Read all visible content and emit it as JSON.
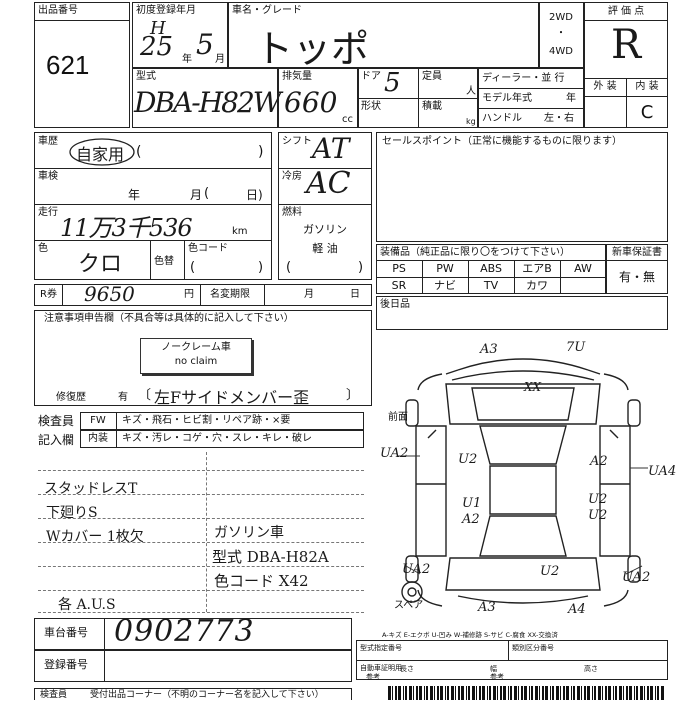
{
  "header": {
    "lot_label": "出品番号",
    "lot_number": "621",
    "first_reg_label": "初度登録年月",
    "first_reg_era": "H",
    "first_reg_value": "25",
    "first_reg_month": "5",
    "first_reg_unit_year": "年",
    "first_reg_unit_month": "月",
    "car_name_label": "車名・グレード",
    "car_name_value": "トッポ",
    "drive_2wd": "2WD",
    "drive_dot": "・",
    "drive_4wd": "4WD",
    "eval_label": "評 価 点",
    "eval_value": "R"
  },
  "spec_row": {
    "model_label": "型式",
    "model_value": "DBA-H82W",
    "displacement_label": "排気量",
    "displacement_value": "660",
    "displacement_unit": "cc",
    "door_label": "ドア",
    "door_value": "5",
    "capacity_label": "定員",
    "capacity_unit": "人",
    "shape_label": "形状",
    "load_label": "積載",
    "load_unit": "kg",
    "dealer_label": "ディーラー・並 行",
    "model_year_label": "モデル年式",
    "model_year_unit": "年",
    "handle_label": "ハンドル",
    "handle_value": "左・右",
    "exterior_label": "外 装",
    "interior_label": "内 装",
    "interior_value": "C"
  },
  "history": {
    "history_label": "車歴",
    "history_value": "自家用",
    "history_paren": "(",
    "history_paren_close": ")",
    "inspection_label": "車検",
    "inspection_year": "年",
    "inspection_month": "月",
    "inspection_day": "日)",
    "inspection_paren": "(",
    "mileage_label": "走行",
    "mileage_value": "11万3千536",
    "mileage_unit": "km",
    "color_label": "色",
    "color_value": "クロ",
    "recolor_label": "色替",
    "color_code_label": "色コード",
    "color_code_paren_open": "(",
    "color_code_paren_close": ")"
  },
  "drivetrain": {
    "shift_label": "シフト",
    "shift_value": "AT",
    "ac_label": "冷房",
    "ac_value": "AC",
    "fuel_label": "燃料",
    "fuel_gasoline": "ガソリン",
    "fuel_diesel": "軽 油",
    "fuel_paren_open": "(",
    "fuel_paren_close": ")"
  },
  "recycle": {
    "label": "R券",
    "value": "9650",
    "unit": "円",
    "name_change_label": "名変期限",
    "month": "月",
    "day": "日"
  },
  "sales_points": {
    "label": "セールスポイント（正常に機能するものに限ります）"
  },
  "equipment": {
    "label": "装備品（純正品に限り〇をつけて下さい）",
    "warranty_label": "新車保証書",
    "warranty_value": "有・無",
    "row1": [
      "PS",
      "PW",
      "ABS",
      "エアB",
      "AW"
    ],
    "row2": [
      "SR",
      "ナビ",
      "TV",
      "カワ",
      ""
    ],
    "later_label": "後日品"
  },
  "notes": {
    "label": "注意事項申告欄（不具合等は具体的に記入して下さい）",
    "stamp_line1": "ノークレーム車",
    "stamp_line2": "no claim",
    "repair_label": "修復歴",
    "repair_value": "有",
    "repair_note": "左Fサイドメンバー歪",
    "repair_paren": "〔",
    "repair_paren_close": "〕"
  },
  "inspector": {
    "inspector_label": "検査員",
    "entry_label": "記入欄",
    "fw_label": "FW",
    "fw_items": "キズ・飛石・ヒビ割・リペア跡・×要",
    "interior_label": "内装",
    "interior_items": "キズ・汚レ・コゲ・穴・スレ・キレ・破レ"
  },
  "remarks": {
    "line1": "スタッドレスT",
    "line2": "下廻りS",
    "line3": "Wカバー 1枚欠",
    "line4": "各 A.U.S",
    "right1": "ガソリン車",
    "right2": "型式 DBA-H82A",
    "right3": "色コード X42"
  },
  "diagram": {
    "front_label": "前面",
    "spare_label": "スペア",
    "marks": {
      "top_left": "A3",
      "top_right": "7U",
      "top_center": "XX",
      "left_side": "UA2",
      "u2_left": "U2",
      "u1": "U1",
      "a2_center": "A2",
      "a2_right": "A2",
      "ua4": "UA4",
      "u2_right_a": "U2",
      "u2_right_b": "U2",
      "ua2_bottom_left": "UA2",
      "u2_bottom": "U2",
      "ua2_bottom_right": "UA2",
      "a3_bottom": "A3",
      "a4_bottom": "A4"
    }
  },
  "footer": {
    "chassis_label": "車台番号",
    "chassis_value": "0902773",
    "reg_label": "登録番号",
    "legend": "A-キズ  E-エクボ  U-凹み  W-補修跡  S-サビ  C-腐食  XX-交換済",
    "type_designation": "型式指定番号",
    "category": "類別区分番号",
    "size_label": "自動車証明用",
    "length": "長さ",
    "width": "幅",
    "height": "高さ",
    "reference": "参考",
    "reference2": "参考",
    "bottom_label": "検査員",
    "bottom_note": "受付出品コーナー（不明のコーナー名を記入して下さい）"
  }
}
